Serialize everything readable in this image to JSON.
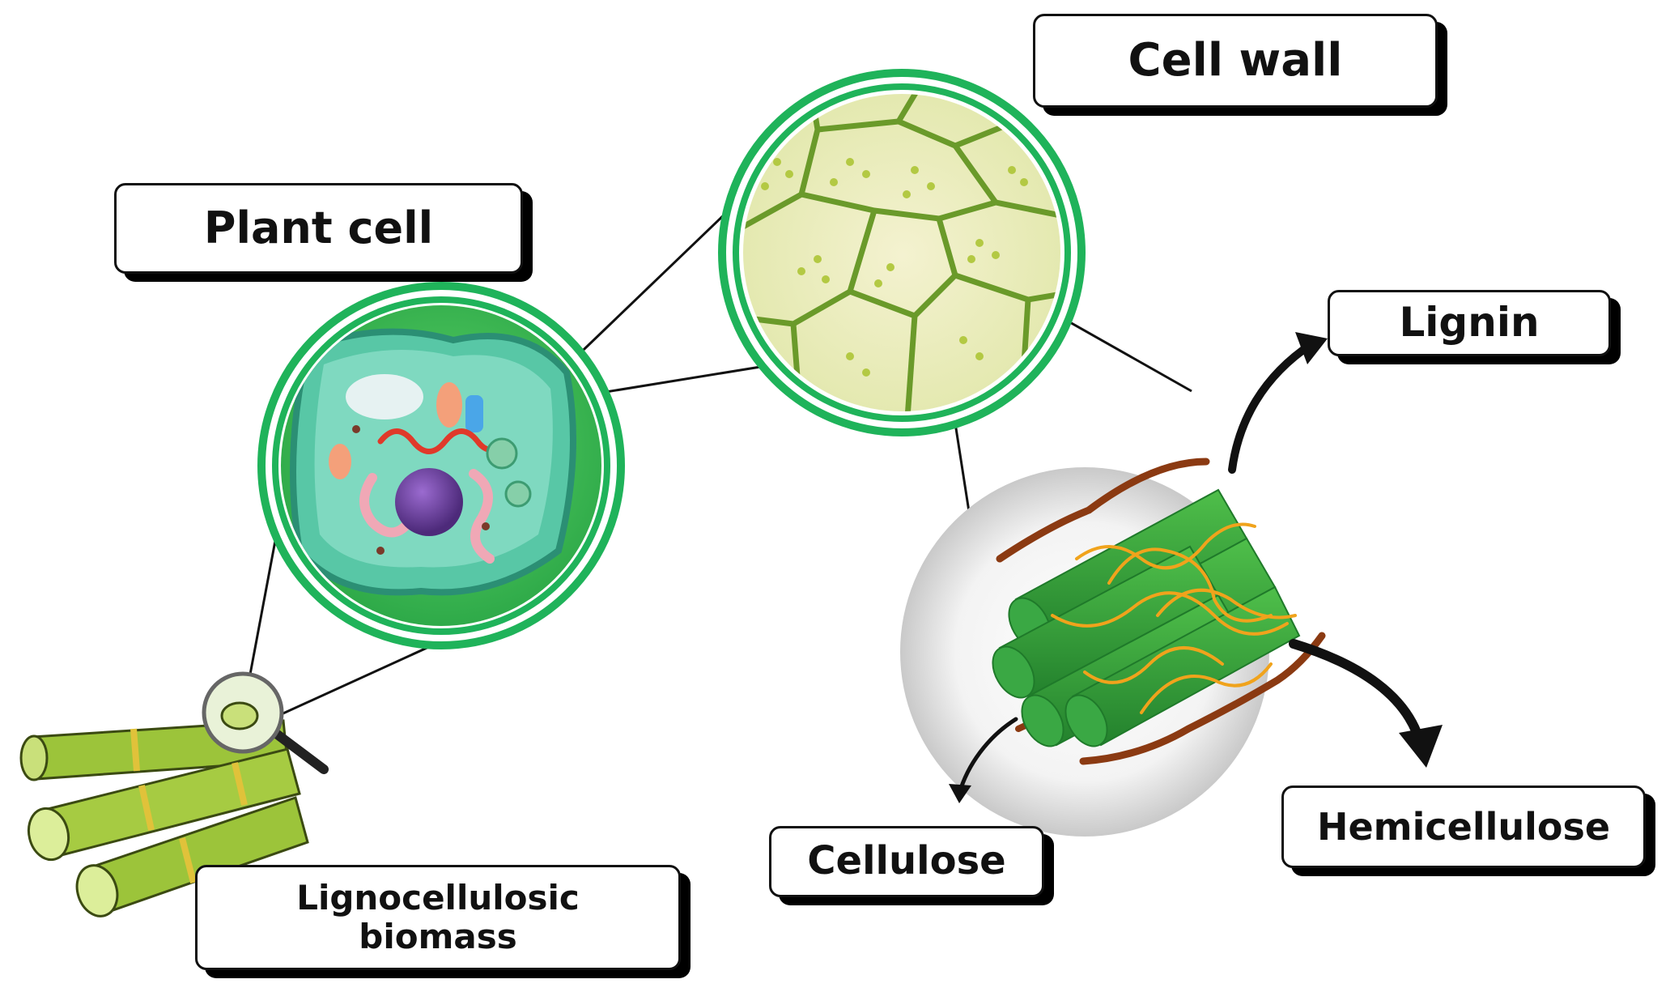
{
  "labels": {
    "cell_wall": "Cell wall",
    "plant_cell": "Plant cell",
    "lignin": "Lignin",
    "hemicellulose": "Hemicellulose",
    "cellulose": "Cellulose",
    "biomass": "Lignocellulosic\nbiomass"
  },
  "colors": {
    "ring_green": "#1fb35a",
    "cell_bg_green": "#39c24f",
    "fiber_green": "#2e9a3a",
    "lignin_brown": "#8b3a12",
    "hemicellulose_yellow": "#f0a31c",
    "nucleus_purple": "#6a3d9a",
    "cane_green": "#9cc43a"
  }
}
